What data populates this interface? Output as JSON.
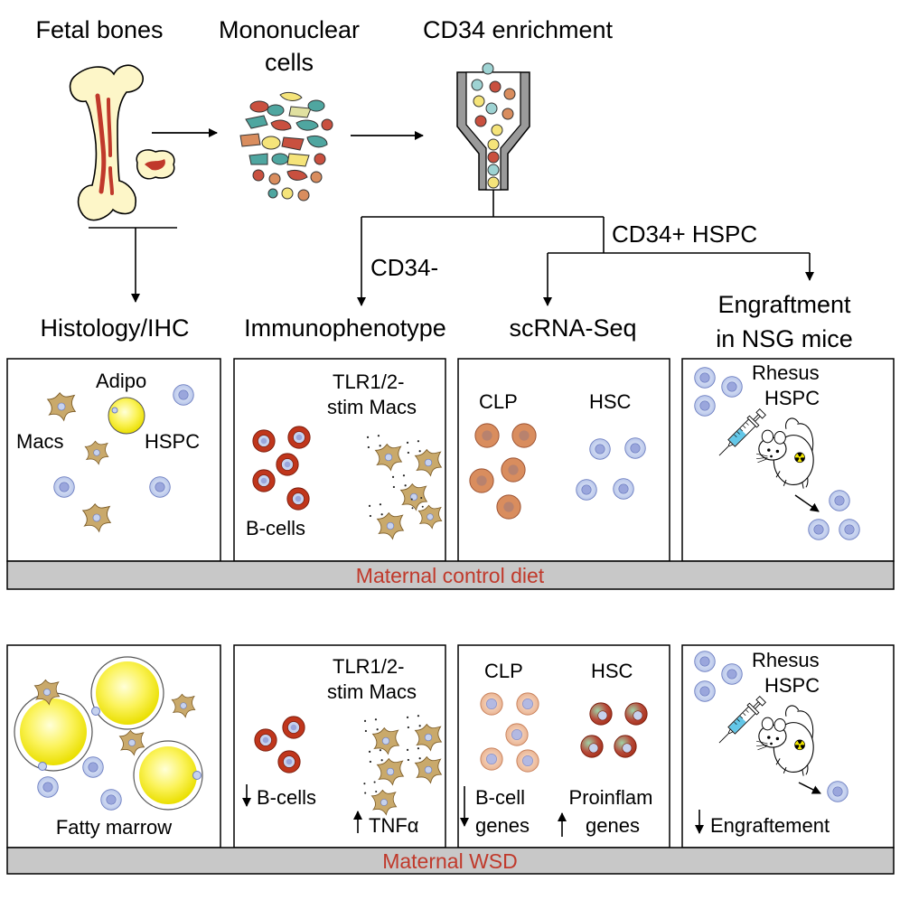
{
  "steps": {
    "fetal_bones": "Fetal bones",
    "mononuclear_line1": "Mononuclear",
    "mononuclear_line2": "cells",
    "cd34_enrichment": "CD34 enrichment",
    "cd34_neg": "CD34-",
    "cd34_pos": "CD34+ HSPC"
  },
  "analyses": {
    "histology": "Histology/IHC",
    "immunophenotype": "Immunophenotype",
    "scrnaseq": "scRNA-Seq",
    "engraftment_line1": "Engraftment",
    "engraftment_line2": "in NSG mice"
  },
  "control_row": {
    "bar_label": "Maternal control diet",
    "histology": {
      "adipo": "Adipo",
      "macs": "Macs",
      "hspc": "HSPC"
    },
    "immuno": {
      "tlr_line1": "TLR1/2-",
      "tlr_line2": "stim Macs",
      "bcells": "B-cells"
    },
    "scrna": {
      "clp": "CLP",
      "hsc": "HSC"
    },
    "engraft": {
      "rhesus": "Rhesus",
      "hspc": "HSPC"
    }
  },
  "wsd_row": {
    "bar_label": "Maternal WSD",
    "histology": {
      "fatty": "Fatty marrow"
    },
    "immuno": {
      "tlr_line1": "TLR1/2-",
      "tlr_line2": "stim Macs",
      "bcells": "B-cells",
      "tnf": "TNFα"
    },
    "scrna": {
      "clp": "CLP",
      "hsc": "HSC",
      "bcell_line1": "B-cell",
      "bcell_line2": "genes",
      "proinflam_line1": "Proinflam",
      "proinflam_line2": "genes"
    },
    "engraft": {
      "rhesus": "Rhesus",
      "hspc": "HSPC",
      "engraftment": "Engraftement"
    }
  },
  "colors": {
    "bar_fill": "#c8c8c8",
    "bar_text": "#c0392b",
    "bone": "#fdf6c8",
    "marrow_red": "#c0392b",
    "hspc_fill": "#c6d2ee",
    "hspc_nucleus": "#8f9bd6",
    "mac_fill": "#c9a96b",
    "bcell_red": "#c0361c",
    "clp_orange": "#d98d5e",
    "adipo_yellow": "#f7ef1e"
  }
}
